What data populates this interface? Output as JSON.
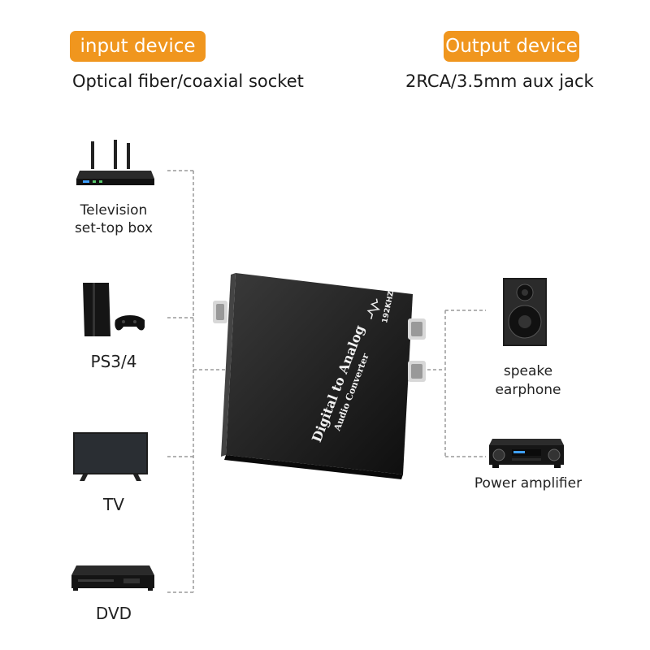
{
  "input": {
    "badge": "input device",
    "subtitle": "Optical fiber/coaxial socket",
    "devices": [
      {
        "name": "set-top-box",
        "label_line1": "Television",
        "label_line2": "set-top box",
        "icon": "router-icon"
      },
      {
        "name": "ps",
        "label_line1": "PS3/4",
        "label_line2": "",
        "icon": "game-console-icon"
      },
      {
        "name": "tv",
        "label_line1": "TV",
        "label_line2": "",
        "icon": "tv-icon"
      },
      {
        "name": "dvd",
        "label_line1": "DVD",
        "label_line2": "",
        "icon": "dvd-player-icon"
      }
    ]
  },
  "output": {
    "badge": "Output device",
    "subtitle": "2RCA/3.5mm aux jack",
    "devices": [
      {
        "name": "speaker",
        "label_line1": "speake",
        "label_line2": "earphone",
        "icon": "speaker-icon"
      },
      {
        "name": "amplifier",
        "label_line1": "Power amplifier",
        "label_line2": "",
        "icon": "amplifier-icon"
      }
    ]
  },
  "converter": {
    "title": "Digital to Analog",
    "subtitle": "Audio Converter",
    "badge": "192KHZ",
    "icon": "waveform-icon"
  },
  "colors": {
    "accent": "#f0961e",
    "connector_line": "#9a9a9a",
    "device_body": "#1c1c1c"
  }
}
